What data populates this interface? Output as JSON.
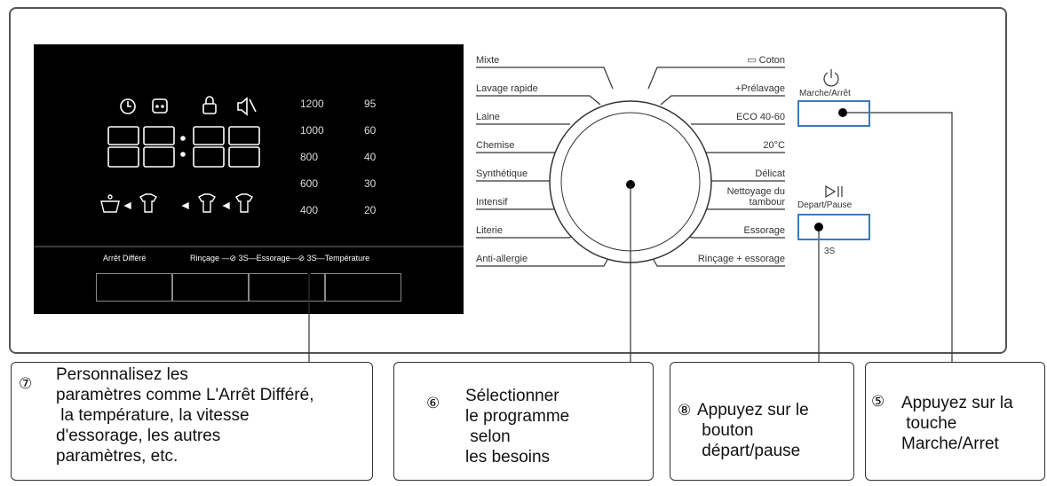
{
  "display": {
    "time": "88:88",
    "speeds": [
      "1200",
      "1000",
      "800",
      "600",
      "400"
    ],
    "temps": [
      "95",
      "60",
      "40",
      "30",
      "20"
    ],
    "buttons_label": {
      "delay": "Arrêt Différé",
      "rinse_spin_temp": "Rinçage —⊘ 3S—Essorage—⊘ 3S—Température"
    }
  },
  "programs_left": [
    "Mixte",
    "Lavage rapide",
    "Laine",
    "Chemise",
    "Synthétique",
    "Intensif",
    "Literie",
    "Anti-allergie"
  ],
  "programs_right": [
    "▭ Coton",
    "+Prélavage",
    "ECO 40-60",
    "20°C",
    "Délicat",
    "Nettoyage du\ntambour",
    "Essorage",
    "Rinçage + essorage"
  ],
  "power": {
    "label": "Marche/Arrêt"
  },
  "start_pause": {
    "label": "Depart/Pause",
    "hint": "3S"
  },
  "callouts": {
    "c7": {
      "num": "⑦",
      "text": "Personnalisez les\nparamètres comme L'Arrêt Différé,\n la température, la vitesse\nd'essorage, les autres\nparamètres, etc."
    },
    "c6": {
      "num": "⑥",
      "text": "Sélectionner\nle programme\n selon\nles besoins"
    },
    "c8": {
      "num": "⑧",
      "text": "Appuyez sur le\n bouton\n départ/pause"
    },
    "c5": {
      "num": "⑤",
      "text": "Appuyez sur la\n touche\nMarche/Arret"
    }
  },
  "colors": {
    "display_bg": "#000000",
    "display_fg": "#ffffff",
    "button_accent": "#3b7ab8",
    "panel_border": "#555555"
  }
}
